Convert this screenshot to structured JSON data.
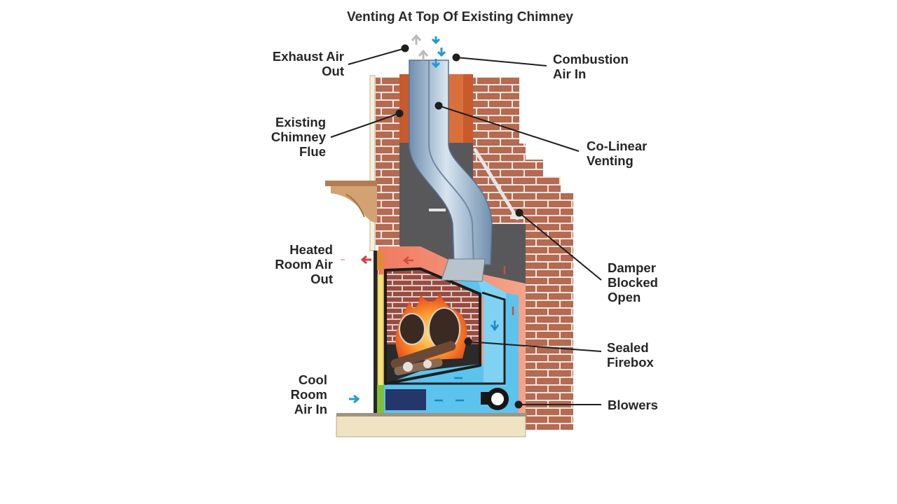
{
  "title": "Venting At Top Of Existing Chimney",
  "labels": {
    "exhaust_air_out": [
      "Exhaust Air",
      "Out"
    ],
    "combustion_air_in": [
      "Combustion",
      "Air In"
    ],
    "existing_chimney_flue": [
      "Existing",
      "Chimney",
      "Flue"
    ],
    "co_linear_venting": [
      "Co-Linear",
      "Venting"
    ],
    "heated_room_air_out": [
      "Heated",
      "Room Air",
      "Out"
    ],
    "damper_blocked_open": [
      "Damper",
      "Blocked",
      "Open"
    ],
    "sealed_firebox": [
      "Sealed",
      "Firebox"
    ],
    "cool_room_air_in": [
      "Cool",
      "Room",
      "Air In"
    ],
    "blowers": [
      "Blowers"
    ]
  },
  "colors": {
    "brick": "#b56a52",
    "mortar": "#f2e4dc",
    "flue_liner": "#c85a2c",
    "chimney_interior": "#58585a",
    "hot_air": "#f08a6e",
    "cool_air": "#5cc3ec",
    "pipe": "#8fb0cc",
    "leader": "#1e1e1e"
  }
}
